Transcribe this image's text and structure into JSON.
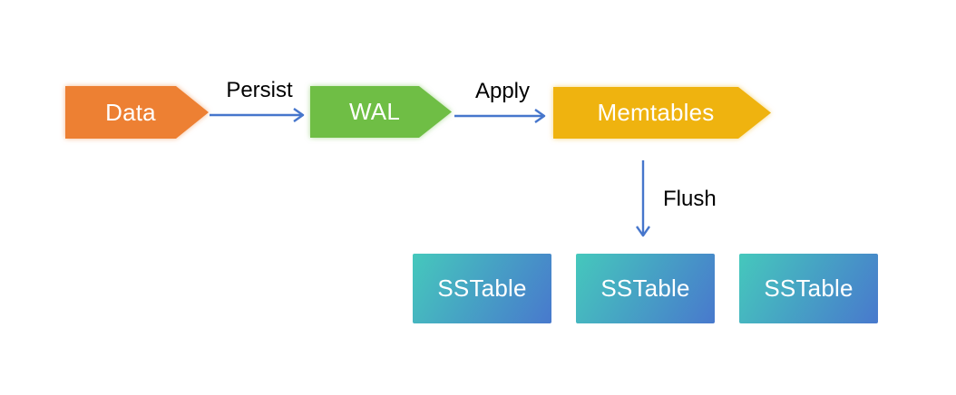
{
  "diagram": {
    "description": "Write path diagram: Data persists to WAL, applies to Memtables, flushes to SSTables",
    "colors": {
      "background": "#FFFFFF",
      "data_fill": "#ED8033",
      "wal_fill": "#6FBE45",
      "memtables_fill": "#EFB30F",
      "sstable_from": "#45C8BC",
      "sstable_to": "#4879CD",
      "arrow": "#4676CC",
      "label_text": "#000000",
      "node_text": "#FFFFFF"
    },
    "nodes": [
      {
        "id": "data",
        "label": "Data",
        "shape": "right-arrow-pentagon",
        "fill": "orange"
      },
      {
        "id": "wal",
        "label": "WAL",
        "shape": "right-arrow-pentagon",
        "fill": "green"
      },
      {
        "id": "memtables",
        "label": "Memtables",
        "shape": "right-arrow-pentagon",
        "fill": "gold"
      }
    ],
    "sstables": [
      {
        "label": "SSTable"
      },
      {
        "label": "SSTable"
      },
      {
        "label": "SSTable"
      }
    ],
    "edges": [
      {
        "id": "persist",
        "label": "Persist",
        "from": "data",
        "to": "wal",
        "direction": "right"
      },
      {
        "id": "apply",
        "label": "Apply",
        "from": "wal",
        "to": "memtables",
        "direction": "right"
      },
      {
        "id": "flush",
        "label": "Flush",
        "from": "memtables",
        "to": "sstables",
        "direction": "down"
      }
    ]
  }
}
